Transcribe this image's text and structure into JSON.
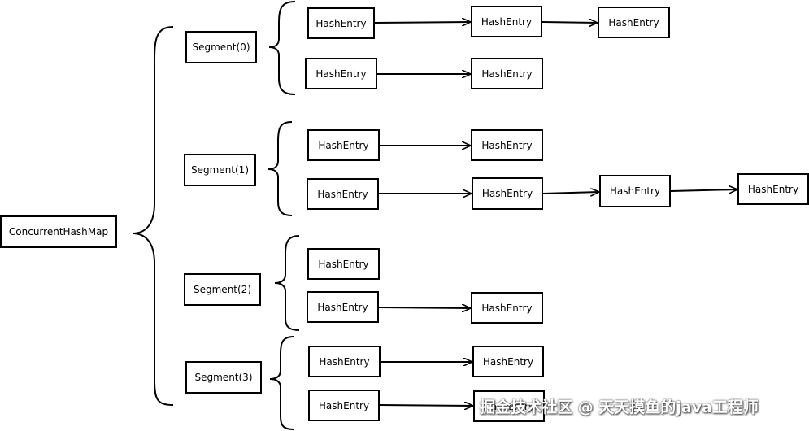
{
  "root": {
    "label": "ConcurrentHashMap"
  },
  "segments": [
    {
      "label": "Segment(0)",
      "rows": [
        [
          "HashEntry",
          "HashEntry",
          "HashEntry"
        ],
        [
          "HashEntry",
          "HashEntry"
        ]
      ]
    },
    {
      "label": "Segment(1)",
      "rows": [
        [
          "HashEntry",
          "HashEntry"
        ],
        [
          "HashEntry",
          "HashEntry",
          "HashEntry",
          "HashEntry"
        ]
      ]
    },
    {
      "label": "Segment(2)",
      "rows": [
        [
          "HashEntry"
        ],
        [
          "HashEntry",
          "HashEntry"
        ]
      ]
    },
    {
      "label": "Segment(3)",
      "rows": [
        [
          "HashEntry",
          "HashEntry"
        ],
        [
          "HashEntry",
          "HashEntry"
        ]
      ]
    }
  ],
  "watermark": "掘金技术社区 @ 天天摸鱼的java工程师",
  "colors": {
    "stroke": "#000000",
    "background": "#ffffff"
  }
}
